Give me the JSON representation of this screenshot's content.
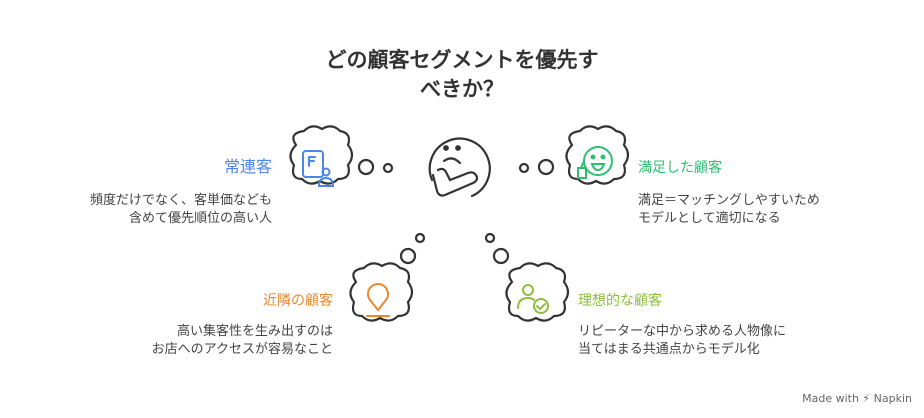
{
  "title": {
    "line1": "どの顧客セグメントを優先す",
    "line2": "べきか？"
  },
  "items": [
    {
      "label": "常連客",
      "desc1": "頻度だけでなく、客単価なども",
      "desc2": "含めて優先順位の高い人",
      "color": "#4a86e8",
      "icon": "customer-card-icon"
    },
    {
      "label": "満足した顧客",
      "desc1": "満足＝マッチングしやすいため",
      "desc2": "モデルとして適切になる",
      "color": "#2fbf71",
      "icon": "thumbs-up-smile-icon"
    },
    {
      "label": "近隣の顧客",
      "desc1": "高い集客性を生み出すのは",
      "desc2": "お店へのアクセスが容易なこと",
      "color": "#e8892e",
      "icon": "location-pin-icon"
    },
    {
      "label": "理想的な顧客",
      "desc1": "リピーターな中から求める人物像に",
      "desc2": "当てはまる共通点からモデル化",
      "color": "#8cbf3f",
      "icon": "user-check-icon"
    }
  ],
  "footer": "Made with ⚡ Napkin"
}
